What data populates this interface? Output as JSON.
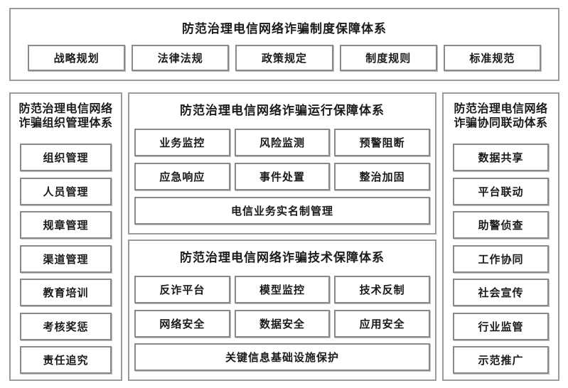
{
  "palette": {
    "background": "#ffffff",
    "panel_border": "#9a9a9a",
    "box_border": "#898989",
    "text": "#1a1a1a"
  },
  "top_section": {
    "title": "防范治理电信网络诈骗制度保障体系",
    "items": [
      "战略规划",
      "法律法规",
      "政策规定",
      "制度规则",
      "标准规范"
    ]
  },
  "left_section": {
    "title_line1": "防范治理电信网络",
    "title_line2": "诈骗组织管理体系",
    "items": [
      "组织管理",
      "人员管理",
      "规章管理",
      "渠道管理",
      "教育培训",
      "考核奖惩",
      "责任追究"
    ]
  },
  "middle_top_section": {
    "title": "防范治理电信网络诈骗运行保障体系",
    "rows": [
      [
        "业务监控",
        "风险监测",
        "预警阻断"
      ],
      [
        "应急响应",
        "事件处置",
        "整治加固"
      ]
    ],
    "wide_item": "电信业务实名制管理"
  },
  "middle_bottom_section": {
    "title": "防范治理电信网络诈骗技术保障体系",
    "rows": [
      [
        "反诈平台",
        "模型监控",
        "技术反制"
      ],
      [
        "网络安全",
        "数据安全",
        "应用安全"
      ]
    ],
    "wide_item": "关键信息基础设施保护"
  },
  "right_section": {
    "title_line1": "防范治理电信网络",
    "title_line2": "诈骗协同联动体系",
    "items": [
      "数据共享",
      "平台联动",
      "助警侦查",
      "工作协同",
      "社会宣传",
      "行业监管",
      "示范推广"
    ]
  }
}
